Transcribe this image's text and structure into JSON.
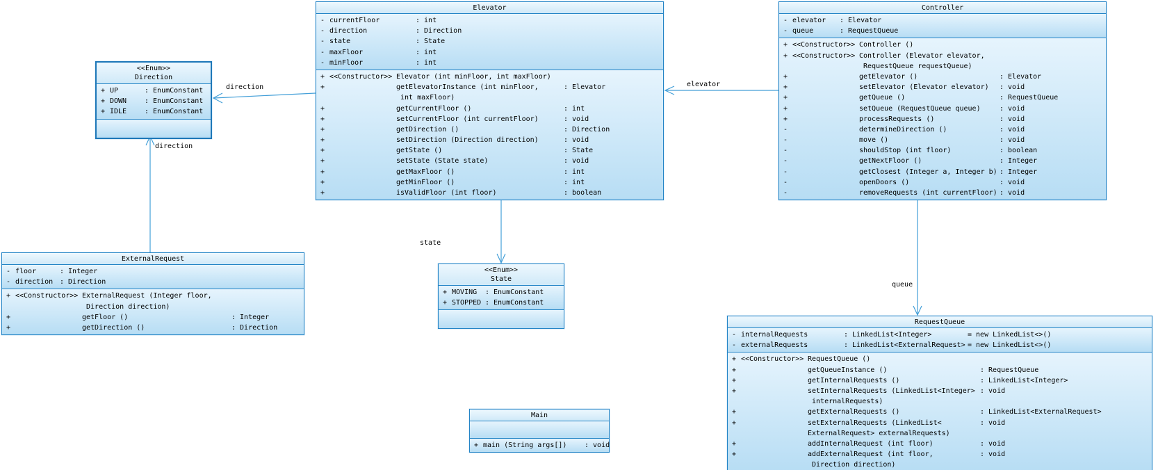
{
  "colors": {
    "box_border": "#2384c6",
    "selected_border": "#1d77b8",
    "connector": "#439fd8",
    "title_fill_top": "#eef8fe",
    "body_fill_top": "#e6f4fd",
    "body_fill_bottom": "#b7ddf4",
    "text": "#000000"
  },
  "edge_labels": {
    "elevator_direction": "direction",
    "externalrequest_direction": "direction",
    "controller_elevator": "elevator",
    "elevator_state": "state",
    "controller_requestqueue": "queue"
  },
  "classes": {
    "elevator": {
      "title": "Elevator",
      "attributes": [
        {
          "vis": "-",
          "kw": "",
          "name": "currentFloor",
          "ret": ": int"
        },
        {
          "vis": "-",
          "kw": "",
          "name": "direction",
          "ret": ": Direction"
        },
        {
          "vis": "-",
          "kw": "",
          "name": "state",
          "ret": ": State"
        },
        {
          "vis": "-",
          "kw": "",
          "name": "maxFloor",
          "ret": ": int"
        },
        {
          "vis": "-",
          "kw": "",
          "name": "minFloor",
          "ret": ": int"
        }
      ],
      "methods": [
        {
          "vis": "+",
          "kw": "<<Constructor>>",
          "name": "Elevator (int minFloor, int maxFloor)",
          "ret": ""
        },
        {
          "vis": "+",
          "kw": "",
          "name": "getElevatorInstance (int minFloor,",
          "ret": ": Elevator"
        },
        {
          "vis": "",
          "kw": "",
          "name": " int maxFloor)",
          "ret": ""
        },
        {
          "vis": "+",
          "kw": "",
          "name": "getCurrentFloor ()",
          "ret": ": int"
        },
        {
          "vis": "+",
          "kw": "",
          "name": "setCurrentFloor (int currentFloor)",
          "ret": ": void"
        },
        {
          "vis": "+",
          "kw": "",
          "name": "getDirection ()",
          "ret": ": Direction"
        },
        {
          "vis": "+",
          "kw": "",
          "name": "setDirection (Direction direction)",
          "ret": ": void"
        },
        {
          "vis": "+",
          "kw": "",
          "name": "getState ()",
          "ret": ": State"
        },
        {
          "vis": "+",
          "kw": "",
          "name": "setState (State state)",
          "ret": ": void"
        },
        {
          "vis": "+",
          "kw": "",
          "name": "getMaxFloor ()",
          "ret": ": int"
        },
        {
          "vis": "+",
          "kw": "",
          "name": "getMinFloor ()",
          "ret": ": int"
        },
        {
          "vis": "+",
          "kw": "",
          "name": "isValidFloor (int floor)",
          "ret": ": boolean"
        }
      ]
    },
    "direction": {
      "stereotype": "<<Enum>>",
      "title": "Direction",
      "attributes": [
        {
          "vis": "+",
          "kw": "",
          "name": "UP",
          "ret": ": EnumConstant"
        },
        {
          "vis": "+",
          "kw": "",
          "name": "DOWN",
          "ret": ": EnumConstant"
        },
        {
          "vis": "+",
          "kw": "",
          "name": "IDLE",
          "ret": ": EnumConstant"
        }
      ],
      "methods": []
    },
    "controller": {
      "title": "Controller",
      "attributes": [
        {
          "vis": "-",
          "kw": "",
          "name": "elevator",
          "ret": ": Elevator"
        },
        {
          "vis": "-",
          "kw": "",
          "name": "queue",
          "ret": ": RequestQueue"
        }
      ],
      "methods": [
        {
          "vis": "+",
          "kw": "<<Constructor>>",
          "name": "Controller ()",
          "ret": ""
        },
        {
          "vis": "+",
          "kw": "<<Constructor>>",
          "name": "Controller (Elevator elevator,",
          "ret": ""
        },
        {
          "vis": "",
          "kw": "",
          "name": " RequestQueue requestQueue)",
          "ret": ""
        },
        {
          "vis": "+",
          "kw": "",
          "name": "getElevator ()",
          "ret": ": Elevator"
        },
        {
          "vis": "+",
          "kw": "",
          "name": "setElevator (Elevator elevator)",
          "ret": ": void"
        },
        {
          "vis": "+",
          "kw": "",
          "name": "getQueue ()",
          "ret": ": RequestQueue"
        },
        {
          "vis": "+",
          "kw": "",
          "name": "setQueue (RequestQueue queue)",
          "ret": ": void"
        },
        {
          "vis": "+",
          "kw": "",
          "name": "processRequests ()",
          "ret": ": void"
        },
        {
          "vis": "-",
          "kw": "",
          "name": "determineDirection ()",
          "ret": ": void"
        },
        {
          "vis": "-",
          "kw": "",
          "name": "move ()",
          "ret": ": void"
        },
        {
          "vis": "-",
          "kw": "",
          "name": "shouldStop (int floor)",
          "ret": ": boolean"
        },
        {
          "vis": "-",
          "kw": "",
          "name": "getNextFloor ()",
          "ret": ": Integer"
        },
        {
          "vis": "-",
          "kw": "",
          "name": "getClosest (Integer a, Integer b)",
          "ret": ": Integer"
        },
        {
          "vis": "-",
          "kw": "",
          "name": "openDoors ()",
          "ret": ": void"
        },
        {
          "vis": "-",
          "kw": "",
          "name": "removeRequests (int currentFloor)",
          "ret": ": void"
        }
      ]
    },
    "externalRequest": {
      "title": "ExternalRequest",
      "attributes": [
        {
          "vis": "-",
          "kw": "",
          "name": "floor",
          "ret": ": Integer"
        },
        {
          "vis": "-",
          "kw": "",
          "name": "direction",
          "ret": ": Direction"
        }
      ],
      "methods": [
        {
          "vis": "+",
          "kw": "<<Constructor>>",
          "name": "ExternalRequest (Integer floor,",
          "ret": ""
        },
        {
          "vis": "",
          "kw": "",
          "name": " Direction direction)",
          "ret": ""
        },
        {
          "vis": "+",
          "kw": "",
          "name": "getFloor ()",
          "ret": ": Integer"
        },
        {
          "vis": "+",
          "kw": "",
          "name": "getDirection ()",
          "ret": ": Direction"
        }
      ]
    },
    "state": {
      "stereotype": "<<Enum>>",
      "title": "State",
      "attributes": [
        {
          "vis": "+",
          "kw": "",
          "name": "MOVING",
          "ret": ": EnumConstant"
        },
        {
          "vis": "+",
          "kw": "",
          "name": "STOPPED",
          "ret": ": EnumConstant"
        }
      ],
      "methods": []
    },
    "main": {
      "title": "Main",
      "attributes": [],
      "methods": [
        {
          "vis": "+",
          "kw": "",
          "name": "main (String args[])",
          "ret": ": void"
        }
      ]
    },
    "requestQueue": {
      "title": "RequestQueue",
      "attributes": [
        {
          "vis": "-",
          "kw": "",
          "name": "internalRequests",
          "ret": ": LinkedList<Integer>",
          "extra": "= new LinkedList<>()"
        },
        {
          "vis": "-",
          "kw": "",
          "name": "externalRequests",
          "ret": ": LinkedList<ExternalRequest>",
          "extra": "= new LinkedList<>()"
        }
      ],
      "methods": [
        {
          "vis": "+",
          "kw": "<<Constructor>>",
          "name": "RequestQueue ()",
          "ret": ""
        },
        {
          "vis": "+",
          "kw": "",
          "name": "getQueueInstance ()",
          "ret": ": RequestQueue"
        },
        {
          "vis": "+",
          "kw": "",
          "name": "getInternalRequests ()",
          "ret": ": LinkedList<Integer>"
        },
        {
          "vis": "+",
          "kw": "",
          "name": "setInternalRequests (LinkedList<Integer>",
          "ret": ": void"
        },
        {
          "vis": "",
          "kw": "",
          "name": " internalRequests)",
          "ret": ""
        },
        {
          "vis": "+",
          "kw": "",
          "name": "getExternalRequests ()",
          "ret": ": LinkedList<ExternalRequest>"
        },
        {
          "vis": "+",
          "kw": "",
          "name": "setExternalRequests (LinkedList<",
          "ret": ": void"
        },
        {
          "vis": "",
          "kw": "",
          "name": "ExternalRequest> externalRequests)",
          "ret": ""
        },
        {
          "vis": "+",
          "kw": "",
          "name": "addInternalRequest (int floor)",
          "ret": ": void"
        },
        {
          "vis": "+",
          "kw": "",
          "name": "addExternalRequest (int floor,",
          "ret": ": void"
        },
        {
          "vis": "",
          "kw": "",
          "name": " Direction direction)",
          "ret": ""
        }
      ]
    }
  }
}
